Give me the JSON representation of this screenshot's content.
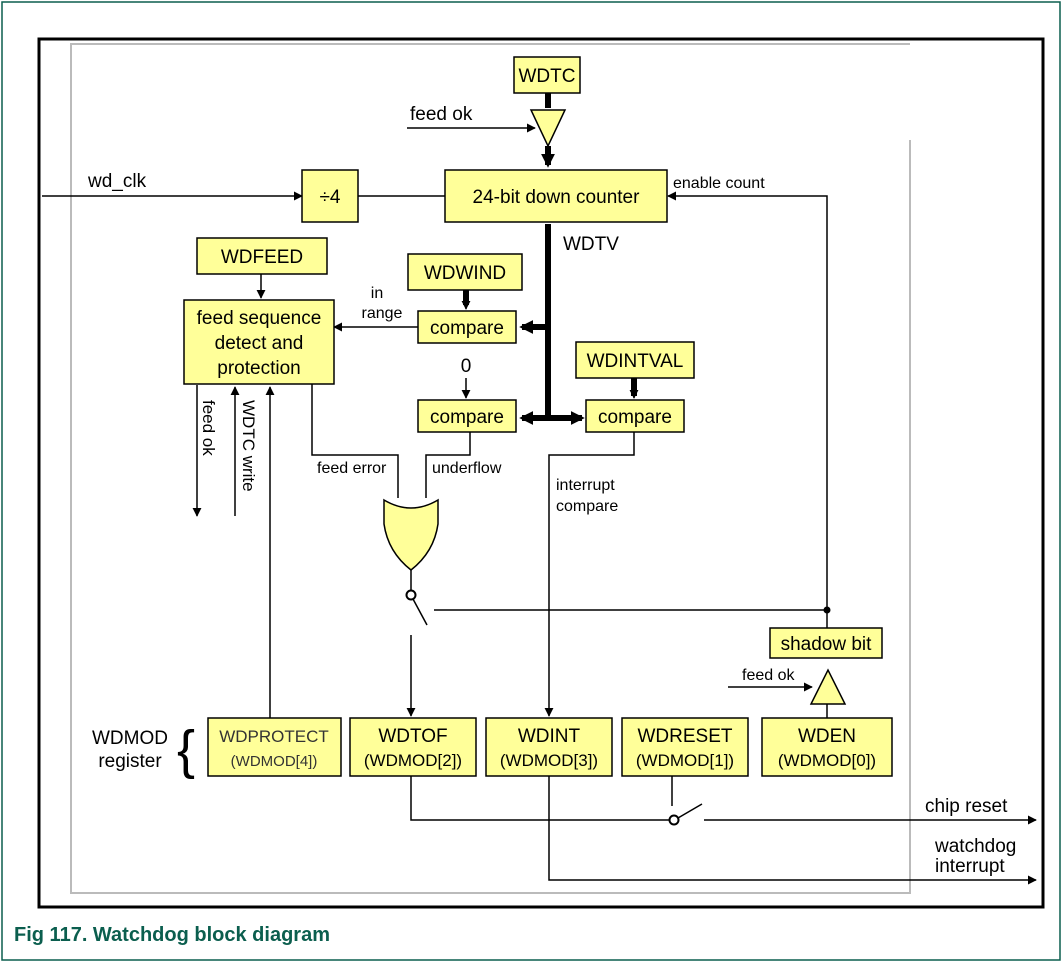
{
  "figure": {
    "caption": "Fig 117. Watchdog block diagram"
  },
  "blocks": {
    "wdtc": "WDTC",
    "divider": "÷4",
    "counter": "24-bit down counter",
    "wdfeed": "WDFEED",
    "wdwind": "WDWIND",
    "feed_seq": [
      "feed sequence",
      "detect and",
      "protection"
    ],
    "compare_wind": "compare",
    "zero": "0",
    "compare_zero": "compare",
    "wdintval": "WDINTVAL",
    "compare_int": "compare",
    "shadow_bit": "shadow bit"
  },
  "signals": {
    "feed_ok_top": "feed ok",
    "wd_clk": "wd_clk",
    "enable_count": "enable count",
    "wdtv": "WDTV",
    "in_range": [
      "in",
      "range"
    ],
    "feed_ok_vertical": "feed ok",
    "wdtc_write": "WDTC write",
    "feed_error": "feed error",
    "underflow": "underflow",
    "interrupt_compare": [
      "interrupt",
      "compare"
    ],
    "feed_ok_shadow": "feed ok",
    "chip_reset": "chip reset",
    "watchdog_interrupt": [
      "watchdog",
      "interrupt"
    ]
  },
  "wdmod": {
    "label": [
      "WDMOD",
      "register"
    ],
    "brace": "{",
    "bits": [
      {
        "name": "WDPROTECT",
        "field": "(WDMOD[4])"
      },
      {
        "name": "WDTOF",
        "field": "(WDMOD[2])"
      },
      {
        "name": "WDINT",
        "field": "(WDMOD[3])"
      },
      {
        "name": "WDRESET",
        "field": "(WDMOD[1])"
      },
      {
        "name": "WDEN",
        "field": "(WDMOD[0])"
      }
    ]
  },
  "colors": {
    "block_fill": "#ffff99",
    "frame_border": "#0b5e4e",
    "caption": "#0b5e4e",
    "inner_frame": "#bbbbbb"
  }
}
